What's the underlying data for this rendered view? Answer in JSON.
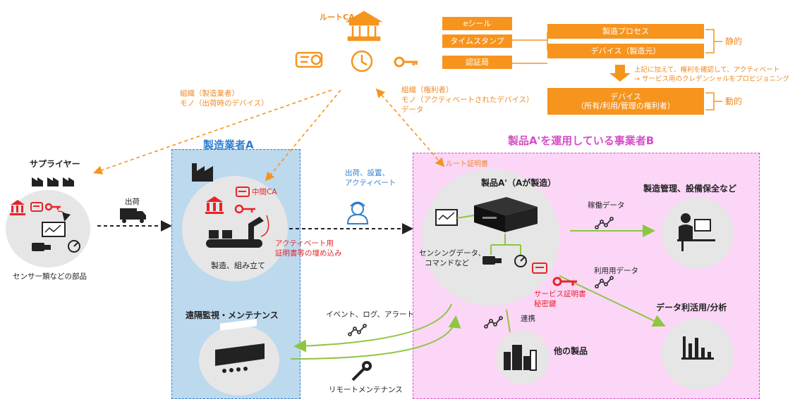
{
  "root_ca": {
    "title": "ルートCA"
  },
  "services": {
    "eseal": "eシール",
    "timestamp": "タイムスタンプ",
    "cert_authority": "認証局"
  },
  "cert_types": {
    "manufacturing_process": "製造プロセス",
    "device_maker": "デバイス（製造元）",
    "static_label": "静的",
    "activate_note_1": "上記に加えて、権利を確認して、アクティベート",
    "activate_note_2": "→ サービス用のクレデンシャルをプロビジョニング",
    "device_owner_1": "デバイス",
    "device_owner_2": "（所有/利用/管理の権利者）",
    "dynamic_label": "動的"
  },
  "left_issue": {
    "line1": "組織（製造業者）",
    "line2": "モノ（出荷時のデバイス）"
  },
  "right_issue": {
    "line1": "組織（権利者）",
    "line2": "モノ（アクティベートされたデバイス）",
    "line3": "データ"
  },
  "supplier": {
    "title": "サプライヤー",
    "caption": "センサー類などの部品"
  },
  "ship_label": "出荷",
  "manufacturer": {
    "title": "製造業者A",
    "intermediate_ca": "中間CA",
    "process": "製造、組み立て",
    "embed_1": "アクティベート用",
    "embed_2": "証明書等の埋め込み"
  },
  "deploy_label": {
    "line1": "出荷、設置、",
    "line2": "アクティベート"
  },
  "operator": {
    "title": "製品A'を運用している事業者B",
    "root_cert": "ルート証明書",
    "product_title": "製品A'（Aが製造）",
    "sensing_1": "センシングデータ、",
    "sensing_2": "コマンドなど",
    "service_cert_1": "サービス証明書",
    "service_cert_2": "秘密鍵",
    "ops_data": "稼働データ",
    "usage_data": "利用用データ",
    "link_label": "連携",
    "other_product": "他の製品",
    "mfg_mgmt": "製造管理、設備保全など",
    "analytics": "データ利活用/分析"
  },
  "remote": {
    "title": "遠隔監視・メンテナンス",
    "events": "イベント、ログ、アラート",
    "maintenance": "リモートメンテナンス"
  },
  "colors": {
    "orange": "#f7941d",
    "red": "#e8232a",
    "green": "#8dc63f",
    "blue_panel": "#bcd9ee",
    "pink_panel": "#fbd6f7"
  }
}
